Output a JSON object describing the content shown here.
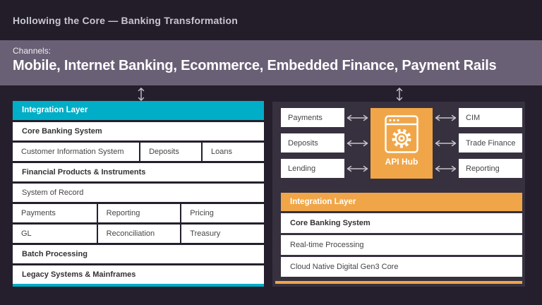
{
  "header": {
    "title": "Hollowing the Core — Banking Transformation"
  },
  "channels": {
    "label": "Channels:",
    "headline": "Mobile, Internet Banking, Ecommerce, Embedded Finance, Payment Rails"
  },
  "left_panel": {
    "header": "Integration Layer",
    "rows": [
      {
        "label": "Core Banking System",
        "bold": true
      },
      {
        "cells": [
          "Customer Information System",
          "Deposits",
          "Loans"
        ]
      },
      {
        "label": "Financial Products & Instruments",
        "bold": true
      },
      {
        "label": "System of Record"
      },
      {
        "cells": [
          "Payments",
          "Reporting",
          "Pricing"
        ]
      },
      {
        "cells": [
          "GL",
          "Reconciliation",
          "Treasury"
        ]
      },
      {
        "label": "Batch Processing",
        "bold": true
      },
      {
        "label": "Legacy Systems & Mainframes",
        "bold": true
      }
    ]
  },
  "api_panel": {
    "sources": [
      "Payments",
      "Deposits",
      "Lending"
    ],
    "hub": {
      "label": "API Hub"
    },
    "targets": [
      "CIM",
      "Trade Finance",
      "Reporting"
    ],
    "integration": {
      "header": "Integration Layer",
      "rows": [
        {
          "label": "Core Banking System",
          "bold": true
        },
        {
          "label": "Real-time Processing"
        },
        {
          "label": "Cloud Native Digital Gen3 Core"
        }
      ]
    }
  },
  "icons": {
    "hub": "browser-gear-icon",
    "vertical_connector": "up-down-arrow-icon",
    "horizontal_connector": "left-right-arrow-icon"
  },
  "colors": {
    "accent_cyan": "#00AEC7",
    "accent_orange": "#F0A648",
    "channels_band": "#6A6076",
    "header_bg": "#221D29",
    "canvas_bg": "#251F2D",
    "panel_bg": "#37313F",
    "arrow": "#C6C4CA"
  }
}
